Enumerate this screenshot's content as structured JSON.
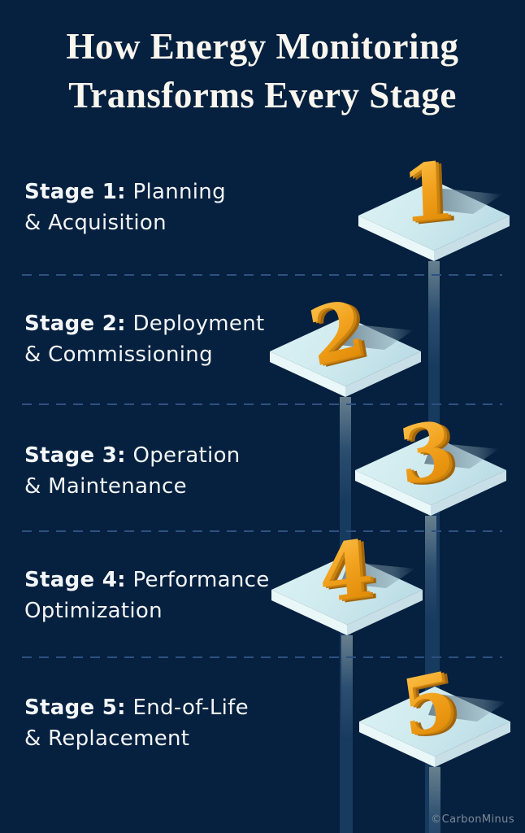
{
  "title": {
    "line1": "How Energy Monitoring",
    "line2": "Transforms Every Stage"
  },
  "stages": [
    {
      "number": "1",
      "label_bold": "Stage 1:",
      "line1_rest": "Planning",
      "line2": "& Acquisition"
    },
    {
      "number": "2",
      "label_bold": "Stage 2:",
      "line1_rest": "Deployment",
      "line2": "& Commissioning"
    },
    {
      "number": "3",
      "label_bold": "Stage 3:",
      "line1_rest": "Operation",
      "line2": "& Maintenance"
    },
    {
      "number": "4",
      "label_bold": "Stage 4:",
      "line1_rest": "Performance",
      "line2": "Optimization"
    },
    {
      "number": "5",
      "label_bold": "Stage 5:",
      "line1_rest": "End-of-Life",
      "line2": "& Replacement"
    }
  ],
  "watermark": "©CarbonMinus",
  "colors": {
    "background": "#06203f",
    "title_text": "#f8f6ee",
    "stage_text": "#f2f6f8",
    "separator_dash": "#2e5181",
    "platform_top": "#d6eef0",
    "platform_left_face": "#e9f7f8",
    "platform_right_face": "#c9dfe7",
    "digit_gold": "#f0a32a",
    "digit_gold_dark": "#a2650c",
    "pillar_top": "#68808f",
    "pillar_bottom": "#173a5f",
    "watermark_text": "#7e8a97"
  }
}
